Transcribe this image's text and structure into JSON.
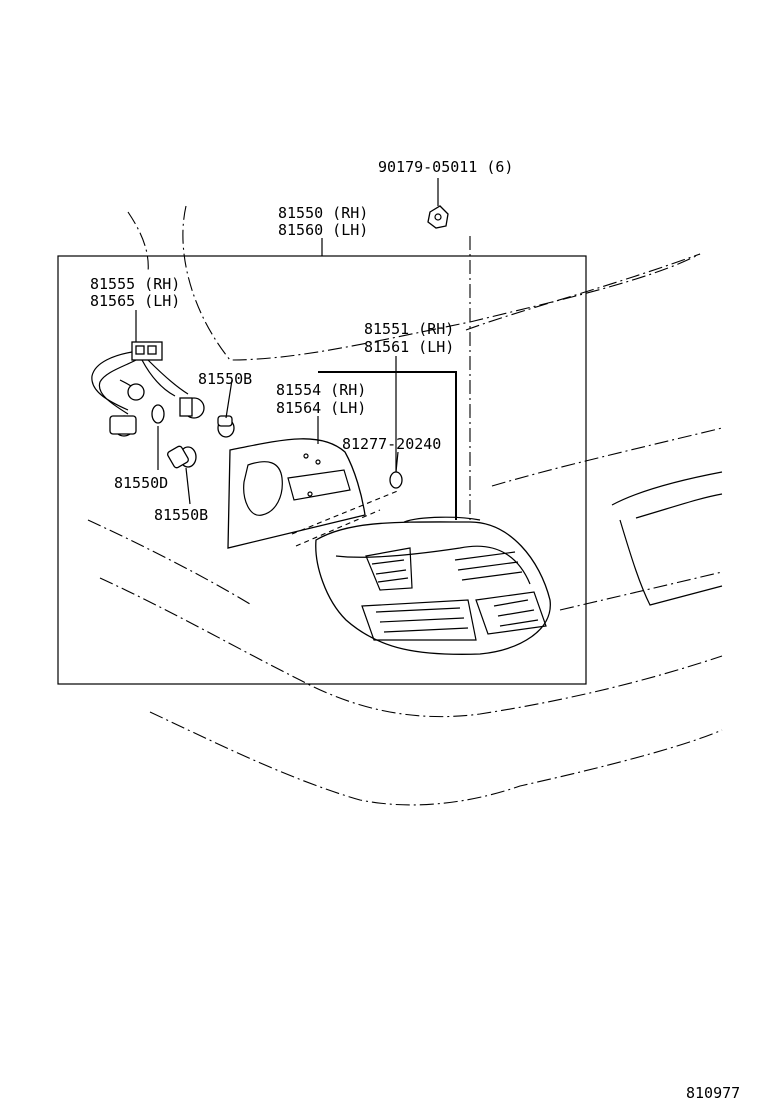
{
  "labels": {
    "p90179": "90179-05011 (6)",
    "p81550": "81550 (RH)",
    "p81560": "81560 (LH)",
    "p81555": "81555 (RH)",
    "p81565": "81565 (LH)",
    "p81551": "81551 (RH)",
    "p81561": "81561 (LH)",
    "p81550B_top": "81550B",
    "p81554": "81554 (RH)",
    "p81564": "81564 (LH)",
    "p81277": "81277-20240",
    "p81550D": "81550D",
    "p81550B_bottom": "81550B",
    "diagram_number": "810977"
  }
}
